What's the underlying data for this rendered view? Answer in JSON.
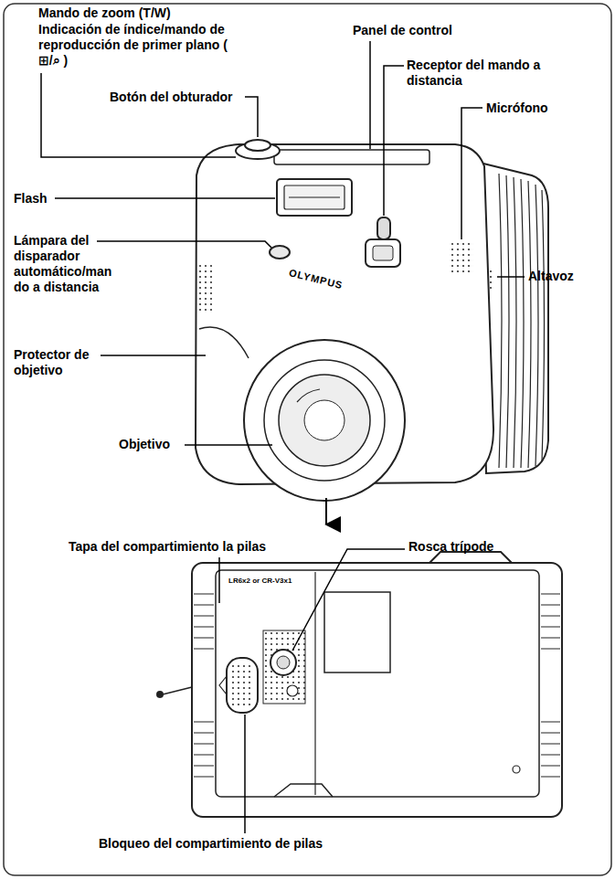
{
  "diagram": {
    "labels": [
      "Mando de zoom (T/W)",
      "Indicación de índice/mando de reproducción de primer plano ( ⊞/⌕ )",
      "Botón del obturador",
      "Panel de control",
      "Receptor del mando a distancia",
      "Micrófono",
      "Flash",
      "Lámpara del disparador automático/man do a distancia",
      "Altavoz",
      "Protector de objetivo",
      "Objetivo",
      "OLYMPUS",
      "Tapa del compartimiento la pilas",
      "Rosca trípode",
      "LR6x2 or CR-V3x1",
      "Bloqueo del compartimiento de pilas"
    ]
  }
}
